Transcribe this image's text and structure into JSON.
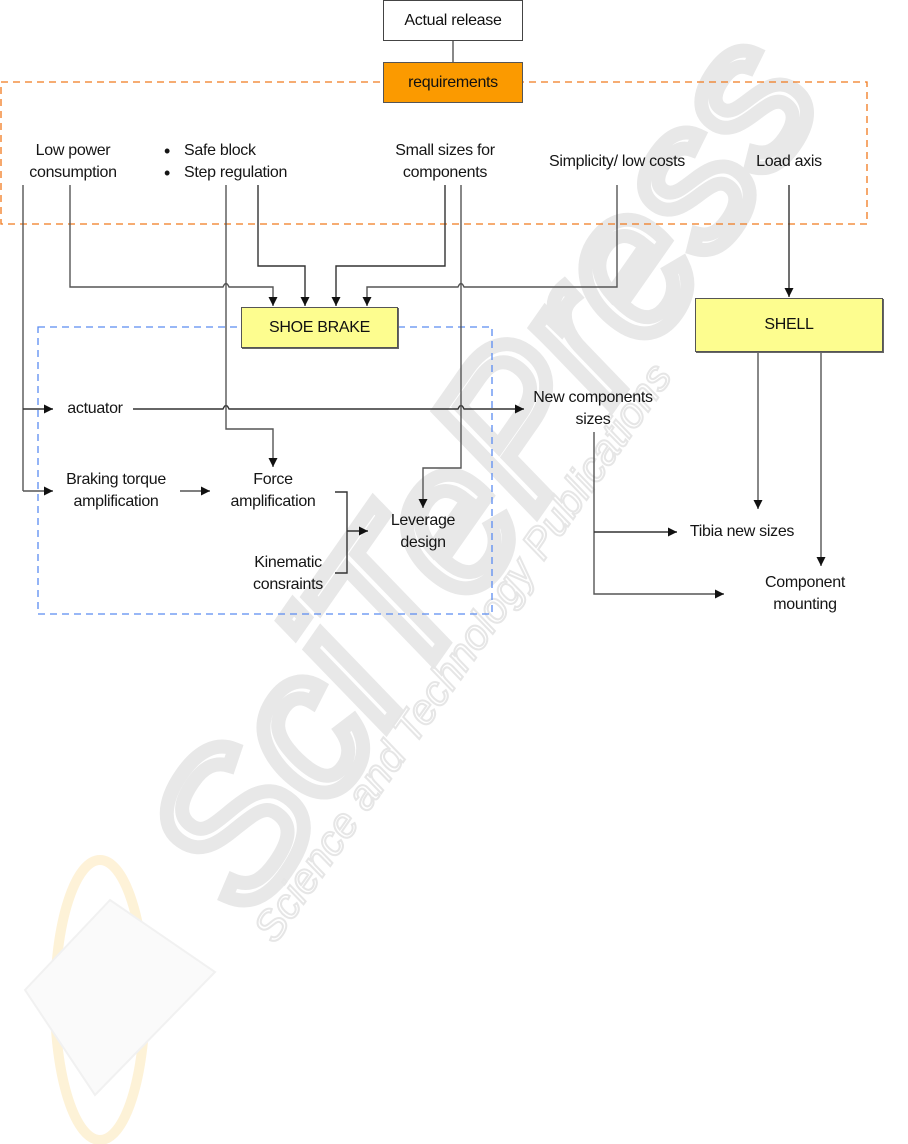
{
  "figure": {
    "watermark": {
      "brand": "SciTePress",
      "tagline": "Science and Technology Publications"
    },
    "colors": {
      "requirements_fill": "#fb9a00",
      "module_fill": "#fdfd8f",
      "requirements_group_border": "#f07a1e",
      "shoe_brake_group_border": "#5b8cf0",
      "line": "#555555"
    },
    "nodes": {
      "actual_release": "Actual release",
      "requirements": "requirements",
      "low_power": [
        "Low power",
        "consumption"
      ],
      "safety": [
        "Safe block",
        "Step regulation"
      ],
      "small_sizes": [
        "Small sizes for",
        "components"
      ],
      "simplicity": "Simplicity/ low costs",
      "load_axis": "Load axis",
      "shoe_brake": "SHOE BRAKE",
      "shell": "SHELL",
      "actuator": "actuator",
      "braking_torque": [
        "Braking torque",
        "amplification"
      ],
      "force_amp": [
        "Force",
        "amplification"
      ],
      "kinematic": [
        "Kinematic",
        "consraints"
      ],
      "leverage": [
        "Leverage",
        "design"
      ],
      "new_components": [
        "New components",
        "sizes"
      ],
      "tibia": "Tibia new sizes",
      "component_mounting": [
        "Component",
        "mounting"
      ]
    },
    "groups": {
      "requirements_group": "requirements",
      "shoe_brake_group": "SHOE BRAKE"
    },
    "edges": [
      {
        "from": "actual_release",
        "to": "requirements"
      },
      {
        "from": "low_power",
        "to": "shoe_brake"
      },
      {
        "from": "safety",
        "to": "shoe_brake"
      },
      {
        "from": "small_sizes",
        "to": "shoe_brake"
      },
      {
        "from": "simplicity",
        "to": "shoe_brake"
      },
      {
        "from": "load_axis",
        "to": "shell"
      },
      {
        "from": "low_power",
        "to": "actuator"
      },
      {
        "from": "low_power",
        "to": "braking_torque"
      },
      {
        "from": "actuator",
        "to": "new_components"
      },
      {
        "from": "safety",
        "to": "force_amp"
      },
      {
        "from": "small_sizes",
        "to": "leverage"
      },
      {
        "from": "braking_torque",
        "to": "force_amp"
      },
      {
        "from": "force_amp",
        "to": "leverage"
      },
      {
        "from": "kinematic",
        "to": "leverage"
      },
      {
        "from": "new_components",
        "to": "tibia"
      },
      {
        "from": "new_components",
        "to": "component_mounting"
      },
      {
        "from": "shell",
        "to": "tibia"
      },
      {
        "from": "shell",
        "to": "component_mounting"
      }
    ]
  }
}
